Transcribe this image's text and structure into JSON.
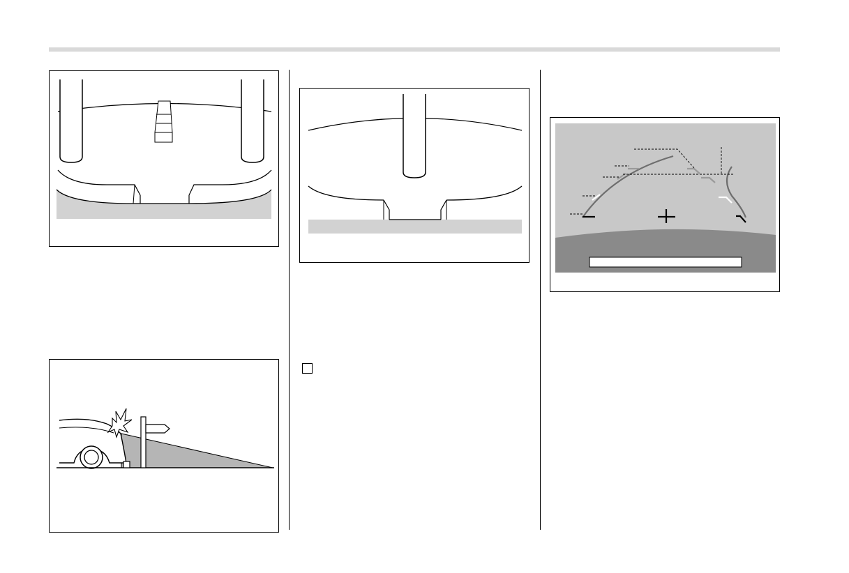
{
  "colors": {
    "header_bar": "#d9d9d9",
    "ground_fill": "#d2d2d2",
    "screen_background": "#c8c8c8",
    "screen_lower_band": "#8a8a8a",
    "guide_line_green": "#6e6e6e",
    "guide_line_yellow": "#9a9a9a",
    "guide_line_red": "#000000",
    "guide_line_white": "#ffffff"
  },
  "figures": {
    "rear_view_pole_corners": {
      "icon": "rear-camera-view-with-two-poles-illustration"
    },
    "car_sign_wedge": {
      "icon": "car-reversing-into-sign-post-illustration"
    },
    "rear_view_center_pole": {
      "icon": "rear-camera-view-with-center-pole-illustration"
    },
    "guide_lines_screen": {
      "icon": "rear-camera-guide-lines-screen-illustration",
      "message_bar_text": ""
    }
  },
  "checkbox": {
    "checked": false
  }
}
